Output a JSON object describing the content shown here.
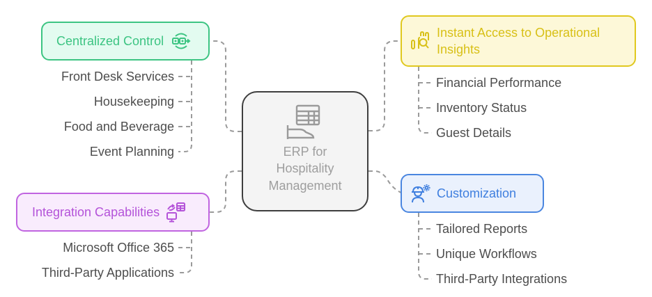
{
  "diagram": {
    "type": "mind-map",
    "center": {
      "title": "ERP for Hospitality Management",
      "icon": "hand-holding-spreadsheet-icon"
    },
    "branches": [
      {
        "id": "centralized-control",
        "title": "Centralized Control",
        "icon": "linked-modules-cycle-icon",
        "color": "#3cc482",
        "fill": "#e3fbf0",
        "side": "left",
        "items": [
          "Front Desk Services",
          "Housekeeping",
          "Food and Beverage",
          "Event Planning"
        ]
      },
      {
        "id": "instant-access",
        "title": "Instant Access to Operational Insights",
        "icon": "bar-chart-search-icon",
        "color": "#e0c81e",
        "fill": "#fdf8d8",
        "side": "right",
        "items": [
          "Financial Performance",
          "Inventory Status",
          "Guest Details"
        ]
      },
      {
        "id": "integration-capabilities",
        "title": "Integration Capabilities",
        "icon": "monitor-sync-table-icon",
        "color": "#c064e0",
        "fill": "#f9ecfd",
        "side": "left",
        "items": [
          "Microsoft Office 365",
          "Third-Party Applications"
        ]
      },
      {
        "id": "customization",
        "title": "Customization",
        "icon": "engineer-gear-icon",
        "color": "#4a86e0",
        "fill": "#eaf1fd",
        "side": "right",
        "items": [
          "Tailored Reports",
          "Unique Workflows",
          "Third-Party Integrations"
        ]
      }
    ],
    "connector_color": "#9a9a9a"
  }
}
